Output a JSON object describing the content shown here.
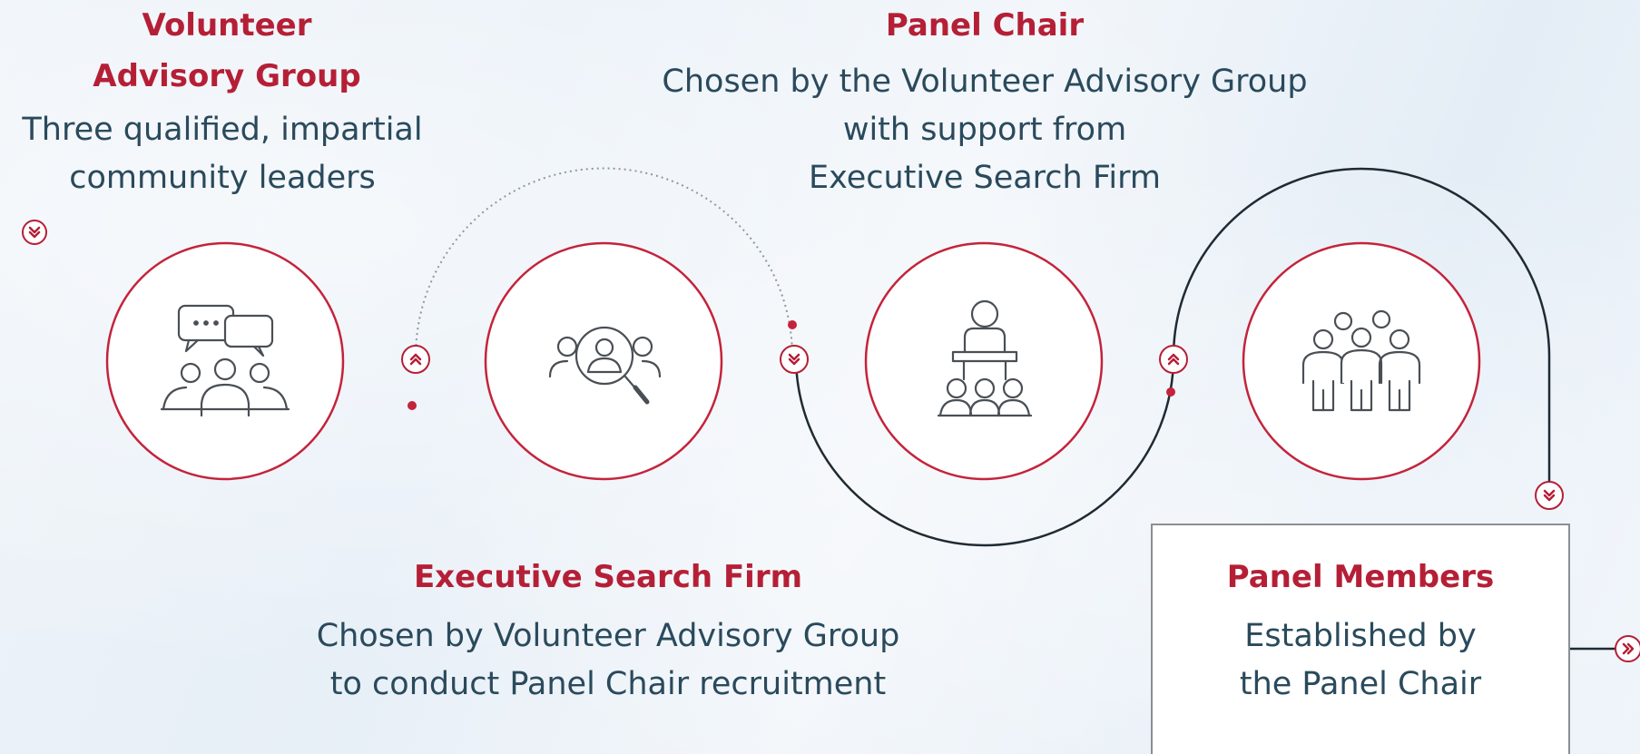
{
  "steps": [
    {
      "title": "Volunteer Advisory Group",
      "title_lines": [
        "Volunteer",
        "Advisory Group"
      ],
      "description_lines": [
        "Three qualified, impartial",
        "community leaders"
      ],
      "icon": "discussion-group-icon"
    },
    {
      "title": "Executive Search Firm",
      "description_lines": [
        "Chosen by Volunteer Advisory Group",
        "to conduct Panel Chair recruitment"
      ],
      "icon": "people-search-icon"
    },
    {
      "title": "Panel Chair",
      "description_lines": [
        "Chosen by the Volunteer Advisory Group",
        "with support from",
        "Executive Search Firm"
      ],
      "icon": "podium-speaker-icon"
    },
    {
      "title": "Panel Members",
      "description_lines": [
        "Established by",
        "the Panel Chair"
      ],
      "icon": "group-of-people-icon"
    }
  ],
  "connector_markers": [
    "chevron-down-icon",
    "chevron-up-icon",
    "chevron-down-icon",
    "chevron-up-icon",
    "chevron-down-icon",
    "chevron-right-icon"
  ],
  "colors": {
    "accent_red": "#b51f36",
    "text_dark": "#2a4a5c",
    "connector": "#1f2a33",
    "icon_gray": "#4a4f55",
    "circle_fill": "#ffffff"
  }
}
